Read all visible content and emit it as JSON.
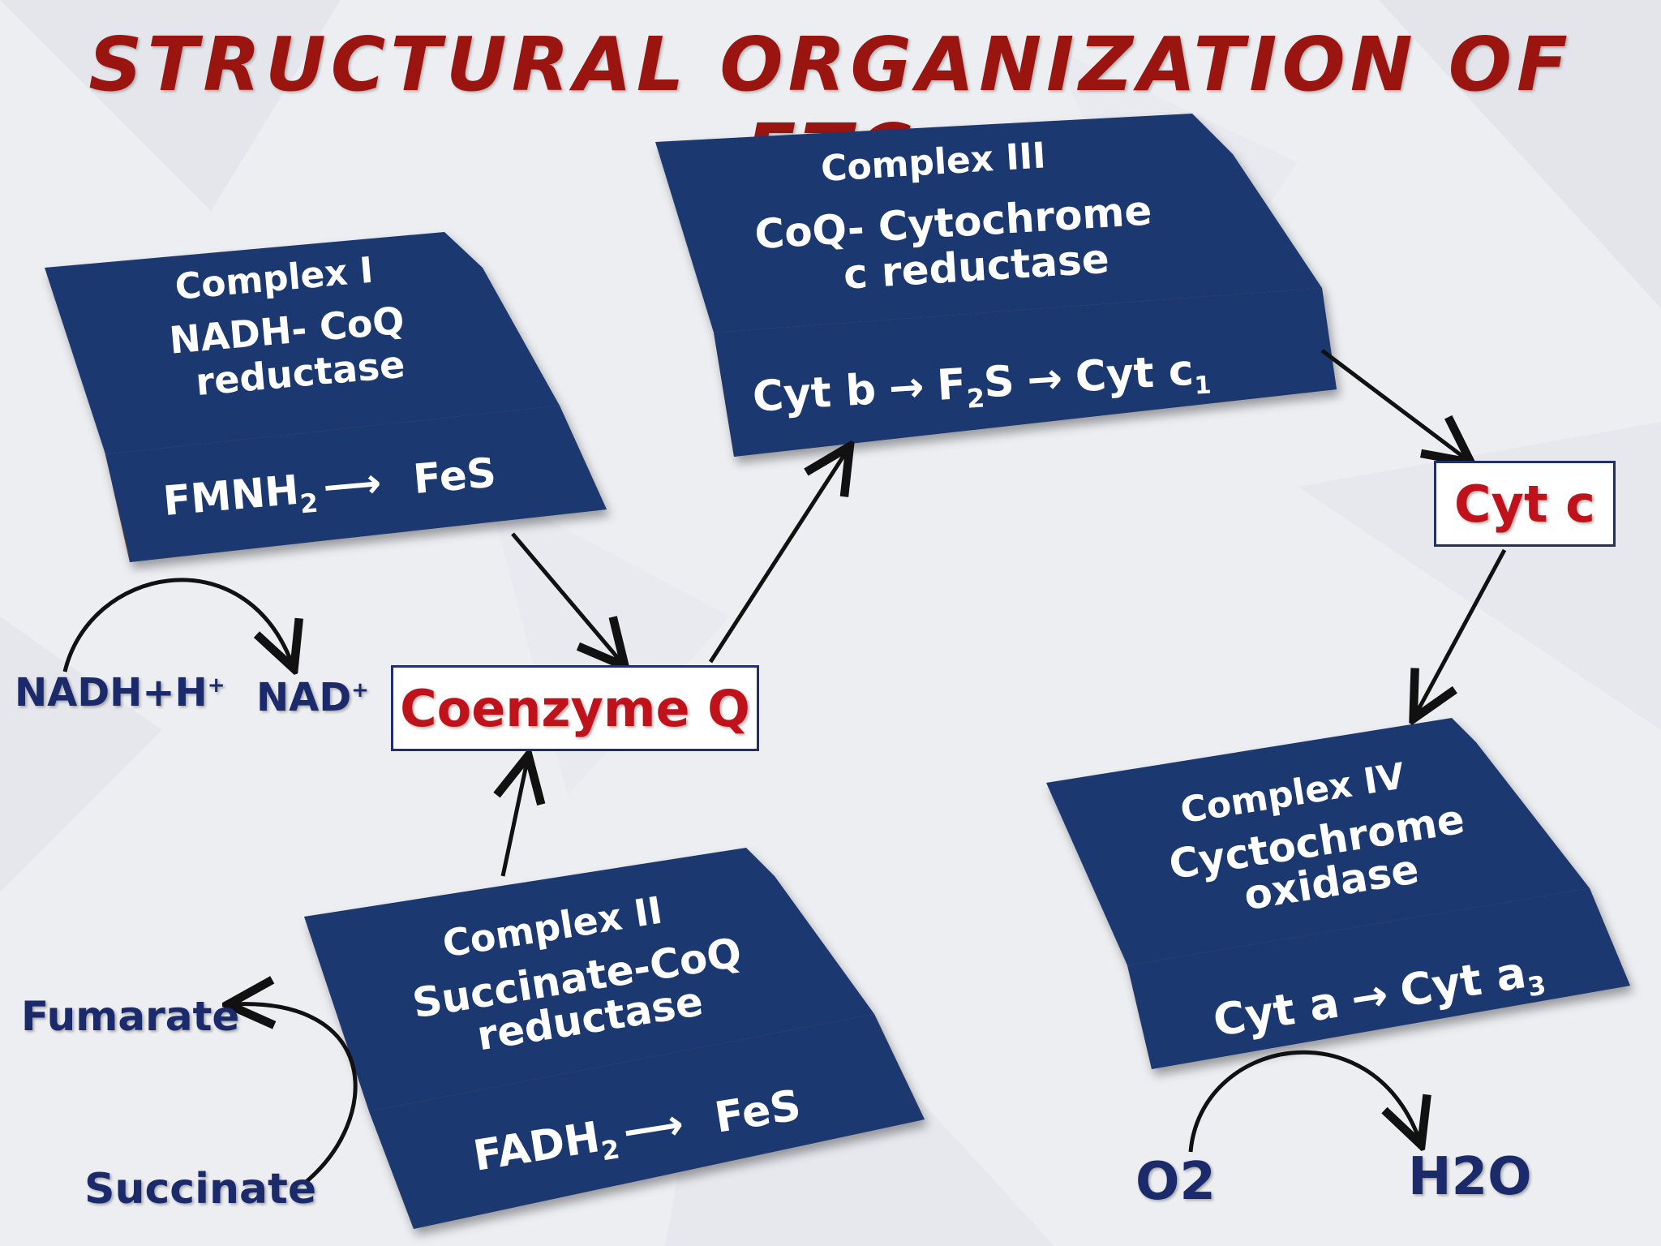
{
  "title": "STRUCTURAL ORGANIZATION OF ETC",
  "colors": {
    "card": "#1e3770",
    "card_edge": "#a8541c",
    "title": "#9a1410",
    "highlight_text": "#c0121a",
    "molecule_text": "#1b2a6b"
  },
  "complexes": [
    {
      "name": "Complex I",
      "enzyme_lines": [
        "NADH- CoQ",
        "reductase"
      ],
      "chain": {
        "start": "FMNH",
        "start_sub": "2",
        "arrow": "⟶",
        "end": "FeS"
      }
    },
    {
      "name": "Complex II",
      "enzyme_lines": [
        "Succinate-CoQ",
        "reductase"
      ],
      "chain": {
        "start": "FADH",
        "start_sub": "2",
        "arrow": "⟶",
        "end": "FeS"
      }
    },
    {
      "name": "Complex III",
      "enzyme_lines": [
        "CoQ- Cytochrome",
        "c reductase"
      ],
      "chain": {
        "a": "Cyt b",
        "arrow1": "→",
        "b": "F",
        "b_sub": "2",
        "b_rest": "S",
        "arrow2": "→",
        "c": "Cyt c",
        "c_sub": "1"
      }
    },
    {
      "name": "Complex IV",
      "enzyme_lines": [
        "Cyctochrome",
        "oxidase"
      ],
      "chain": {
        "a": "Cyt a",
        "arrow": "→",
        "b": "Cyt a",
        "b_sub": "3"
      }
    }
  ],
  "carriers": {
    "coenzyme_q": "Coenzyme Q",
    "cyt_c": "Cyt c"
  },
  "molecules": {
    "nadh": "NADH+H",
    "nadh_sup": "+",
    "nad": "NAD",
    "nad_sup": "+",
    "fumarate": "Fumarate",
    "succinate": "Succinate",
    "o2": "O2",
    "h2o": "H2O"
  }
}
